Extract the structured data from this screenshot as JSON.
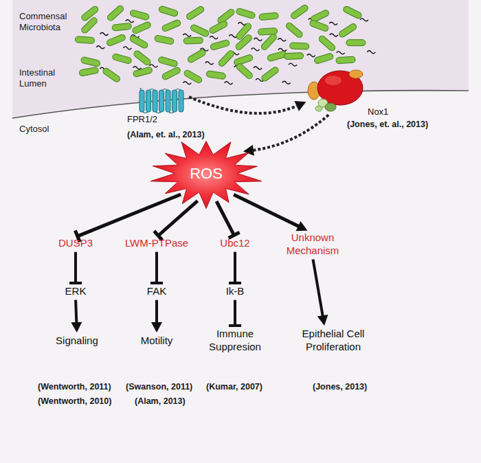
{
  "diagram": {
    "nodes": [
      {
        "text": [
          "FPR1/2"
        ]
      },
      {
        "text": [
          "Nox1"
        ]
      },
      {
        "text": [
          "ROS"
        ]
      },
      {
        "text": [
          "DUSP3"
        ]
      },
      {
        "text": [
          "ERK"
        ]
      },
      {
        "text": [
          "Signaling"
        ]
      },
      {
        "text": [
          "LWM-PTPase"
        ]
      },
      {
        "text": [
          "FAK"
        ]
      },
      {
        "text": [
          "Motility"
        ]
      },
      {
        "text": [
          "Ubc12"
        ]
      },
      {
        "text": [
          "Ik-B"
        ]
      },
      {
        "text": [
          "Immune Suppresion"
        ]
      },
      {
        "text": [
          "Unknown Mechanism"
        ]
      },
      {
        "text": [
          "Epithelial Cell Proliferation"
        ]
      }
    ],
    "edges": [
      {
        "from": 0,
        "to": 1,
        "arrow": "to"
      },
      {
        "from": 1,
        "to": 2,
        "arrow": "to"
      },
      {
        "from": 2,
        "to": 3,
        "arrow": "to"
      },
      {
        "from": 2,
        "to": 6,
        "arrow": "to"
      },
      {
        "from": 2,
        "to": 9,
        "arrow": "to"
      },
      {
        "from": 2,
        "to": 12,
        "arrow": "to"
      },
      {
        "from": 3,
        "to": 4,
        "arrow": "to"
      },
      {
        "from": 4,
        "to": 5,
        "arrow": "to"
      },
      {
        "from": 6,
        "to": 7,
        "arrow": "to"
      },
      {
        "from": 7,
        "to": 8,
        "arrow": "to"
      },
      {
        "from": 9,
        "to": 10,
        "arrow": "to"
      },
      {
        "from": 10,
        "to": 11,
        "arrow": "to"
      },
      {
        "from": 12,
        "to": 13,
        "arrow": "to"
      }
    ],
    "labels": [
      "Commensal Microbiota",
      "Intestinal Lumen",
      "Cytosol",
      "(Alam, et. al., 2013)",
      "(Jones, et. al., 2013)",
      "(Wentworth, 2011)",
      "(Wentworth, 2010)",
      "(Swanson, 2011)",
      "(Alam, 2013)",
      "(Kumar, 2007)",
      "(Jones, 2013)"
    ]
  }
}
